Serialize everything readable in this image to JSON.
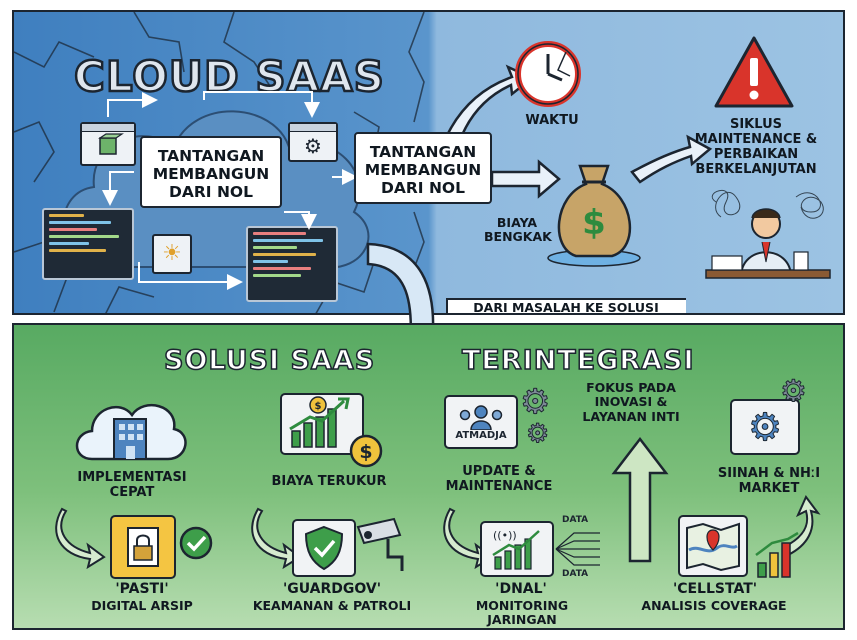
{
  "top": {
    "title": "CLOUD SAAS",
    "challenge_left": "TANTANGAN MEMBANGUN DARI NOL",
    "challenge_right": "TANTANGAN MEMBANGUN DARI NOL",
    "waktu": "WAKTU",
    "biaya": "BIAYA BENGKAK",
    "siklus": "SIKLUS MAINTENANCE & PERBAIKAN BERKELANJUTAN",
    "transition": "DARI MASALAH KE SOLUSI"
  },
  "bottom": {
    "title_left": "SOLUSI SAAS",
    "title_right": "TERINTEGRASI",
    "benefits": [
      {
        "label": "IMPLEMENTASI CEPAT",
        "icon": "cloud-building-icon"
      },
      {
        "label": "BIAYA TERUKUR",
        "icon": "growth-chart-coin-icon"
      },
      {
        "label": "UPDATE & MAINTENANCE",
        "icon": "team-gears-icon",
        "badge": "ATMADJA"
      },
      {
        "label": "FOKUS PADA INOVASI & LAYANAN INTI",
        "icon": "up-arrow-icon"
      },
      {
        "label": "SIINAH & NHːI MARKET",
        "icon": "gears-icon"
      }
    ],
    "products": [
      {
        "name": "'PASTI'",
        "desc": "DIGITAL ARSIP",
        "icon": "locked-file-icon"
      },
      {
        "name": "'GUARDGOV'",
        "desc": "KEAMANAN & PATROLI",
        "icon": "shield-camera-icon"
      },
      {
        "name": "'DNAL'",
        "desc": "MONITORING JARINGAN",
        "icon": "network-monitor-icon",
        "data1": "DATA",
        "data2": "DATA"
      },
      {
        "name": "'CELLSTAT'",
        "desc": "ANALISIS COVERAGE",
        "icon": "map-chart-icon"
      }
    ]
  },
  "colors": {
    "top_blue": "#3f7fbf",
    "top_light": "#9cc3e3",
    "bottom_green": "#58aa62",
    "alert_red": "#d9342b",
    "money_green": "#2e8b3e"
  }
}
